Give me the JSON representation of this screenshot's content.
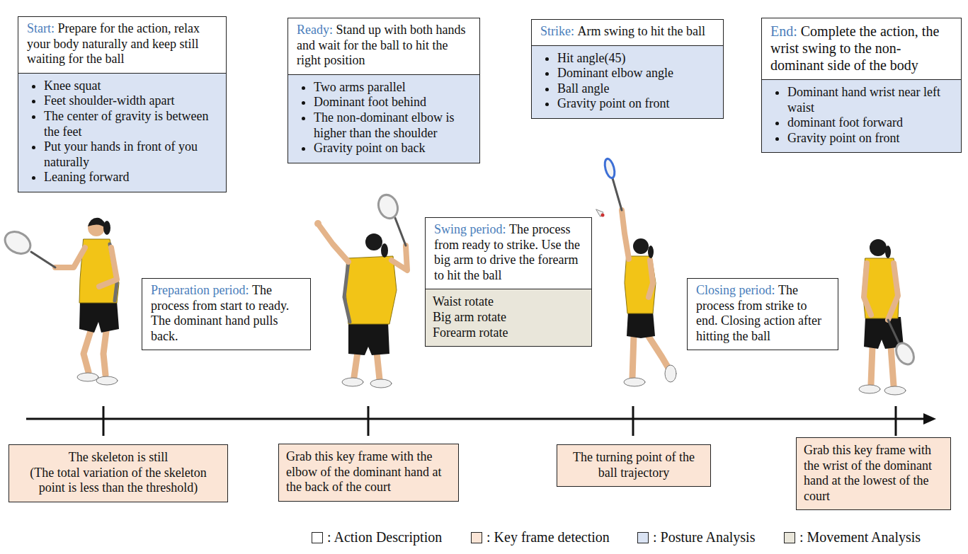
{
  "diagram": {
    "nodes": [
      {
        "text": [
          "Start:",
          "Prepare for the action, relax your body naturally and keep still waiting for the ball"
        ]
      },
      {
        "text": [
          "Knee squat",
          "Feet shoulder-width apart",
          "The center of gravity is between the feet",
          "Put your hands in front of you naturally",
          "Leaning forward"
        ]
      },
      {
        "text": [
          "Ready:",
          "Stand up with both hands and wait for the ball to hit the right position"
        ]
      },
      {
        "text": [
          "Two arms parallel",
          "Dominant foot behind",
          "The non-dominant elbow is higher than the shoulder",
          "Gravity point on back"
        ]
      },
      {
        "text": [
          "Strike:",
          "Arm swing to hit the ball"
        ]
      },
      {
        "text": [
          "Hit angle(45)",
          "Dominant elbow angle",
          "Ball angle",
          "Gravity point on front"
        ]
      },
      {
        "text": [
          "End:",
          "Complete the action, the wrist swing to the non-dominant side of the body"
        ]
      },
      {
        "text": [
          "Dominant hand wrist near left waist",
          "dominant foot forward",
          "Gravity point on front"
        ]
      },
      {
        "text": [
          "Preparation period:",
          "The process from start to ready. The dominant hand pulls back."
        ]
      },
      {
        "text": [
          "Swing period:",
          "The process from ready to strike. Use the big arm to drive the forearm to hit the ball"
        ]
      },
      {
        "text": [
          "Waist rotate",
          "Big arm rotate",
          "Forearm rotate"
        ]
      },
      {
        "text": [
          "Closing period:",
          "The process from strike to end. Closing action after hitting the ball"
        ]
      },
      {
        "text": [
          "The skeleton is still",
          "(The total variation of the skeleton point is less than the threshold)"
        ]
      },
      {
        "text": [
          "Grab this key frame with the elbow of the dominant hand at the back of the court"
        ]
      },
      {
        "text": [
          "The turning point of the ball trajectory"
        ]
      },
      {
        "text": [
          "Grab this key frame with the wrist of the dominant hand at the lowest of the court"
        ]
      }
    ],
    "legend": [
      {
        "text": ": Action Description",
        "color": "#ffffff"
      },
      {
        "text": ": Key frame detection",
        "color": "#fbe5d6"
      },
      {
        "text": ": Posture Analysis",
        "color": "#dae3f3"
      },
      {
        "text": ": Movement Analysis",
        "color": "#e9e6da"
      }
    ]
  }
}
